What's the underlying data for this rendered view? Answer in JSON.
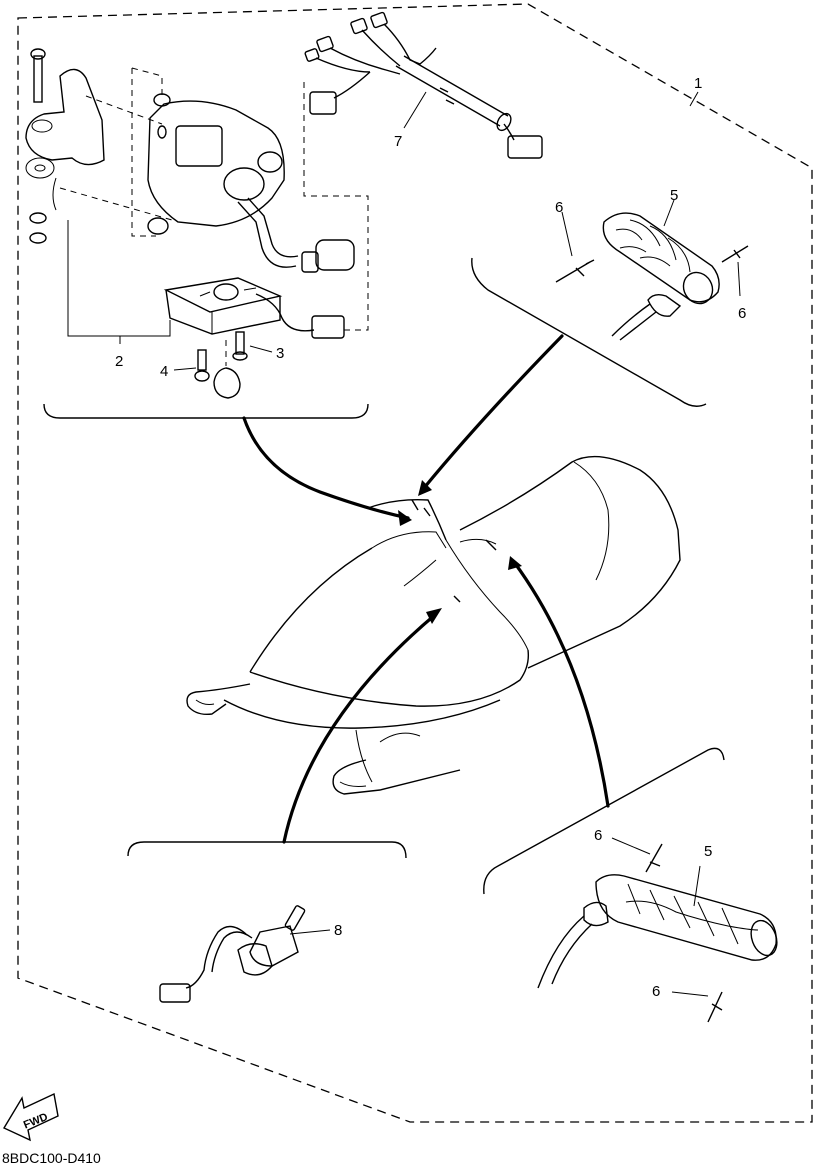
{
  "figure_code": "8BDC100-D410",
  "fwd_label": "FWD",
  "callouts": {
    "c1": "1",
    "c2": "2",
    "c3": "3",
    "c4": "4",
    "c5a": "5",
    "c5b": "5",
    "c6a": "6",
    "c6b": "6",
    "c6c": "6",
    "c6d": "6",
    "c7": "7",
    "c8": "8"
  }
}
